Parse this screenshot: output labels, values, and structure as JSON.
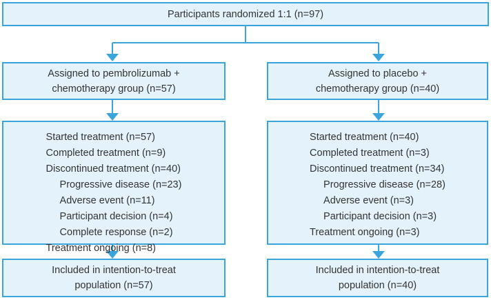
{
  "diagram": {
    "type": "consort-flow-diagram",
    "colors": {
      "box_fill": "#e4f2fb",
      "box_border": "#39a5dc",
      "connector": "#39a5dc",
      "text": "#333333"
    },
    "top": {
      "label": "Participants randomized 1:1 (n=97)"
    },
    "arms": [
      {
        "arm_id": "pembrolizumab",
        "assigned": "Assigned to pembrolizumab +\nchemotherapy group (n=57)",
        "treatment": [
          {
            "label": "Started treatment (n=57)",
            "indent": false
          },
          {
            "label": "Completed treatment (n=9)",
            "indent": false
          },
          {
            "label": "Discontinued treatment (n=40)",
            "indent": false
          },
          {
            "label": "Progressive disease (n=23)",
            "indent": true
          },
          {
            "label": "Adverse event (n=11)",
            "indent": true
          },
          {
            "label": "Participant decision (n=4)",
            "indent": true
          },
          {
            "label": "Complete response (n=2)",
            "indent": true
          },
          {
            "label": "Treatment ongoing (n=8)",
            "indent": false
          }
        ],
        "itt": "Included in intention-to-treat\npopulation (n=57)"
      },
      {
        "arm_id": "placebo",
        "assigned": "Assigned to placebo +\nchemotherapy group (n=40)",
        "treatment": [
          {
            "label": "Started treatment (n=40)",
            "indent": false
          },
          {
            "label": "Completed treatment (n=3)",
            "indent": false
          },
          {
            "label": "Discontinued treatment (n=34)",
            "indent": false
          },
          {
            "label": "Progressive disease (n=28)",
            "indent": true
          },
          {
            "label": "Adverse event (n=3)",
            "indent": true
          },
          {
            "label": "Participant decision (n=3)",
            "indent": true
          },
          {
            "label": "Treatment ongoing (n=3)",
            "indent": false
          }
        ],
        "itt": "Included in intention-to-treat\npopulation (n=40)"
      }
    ]
  }
}
